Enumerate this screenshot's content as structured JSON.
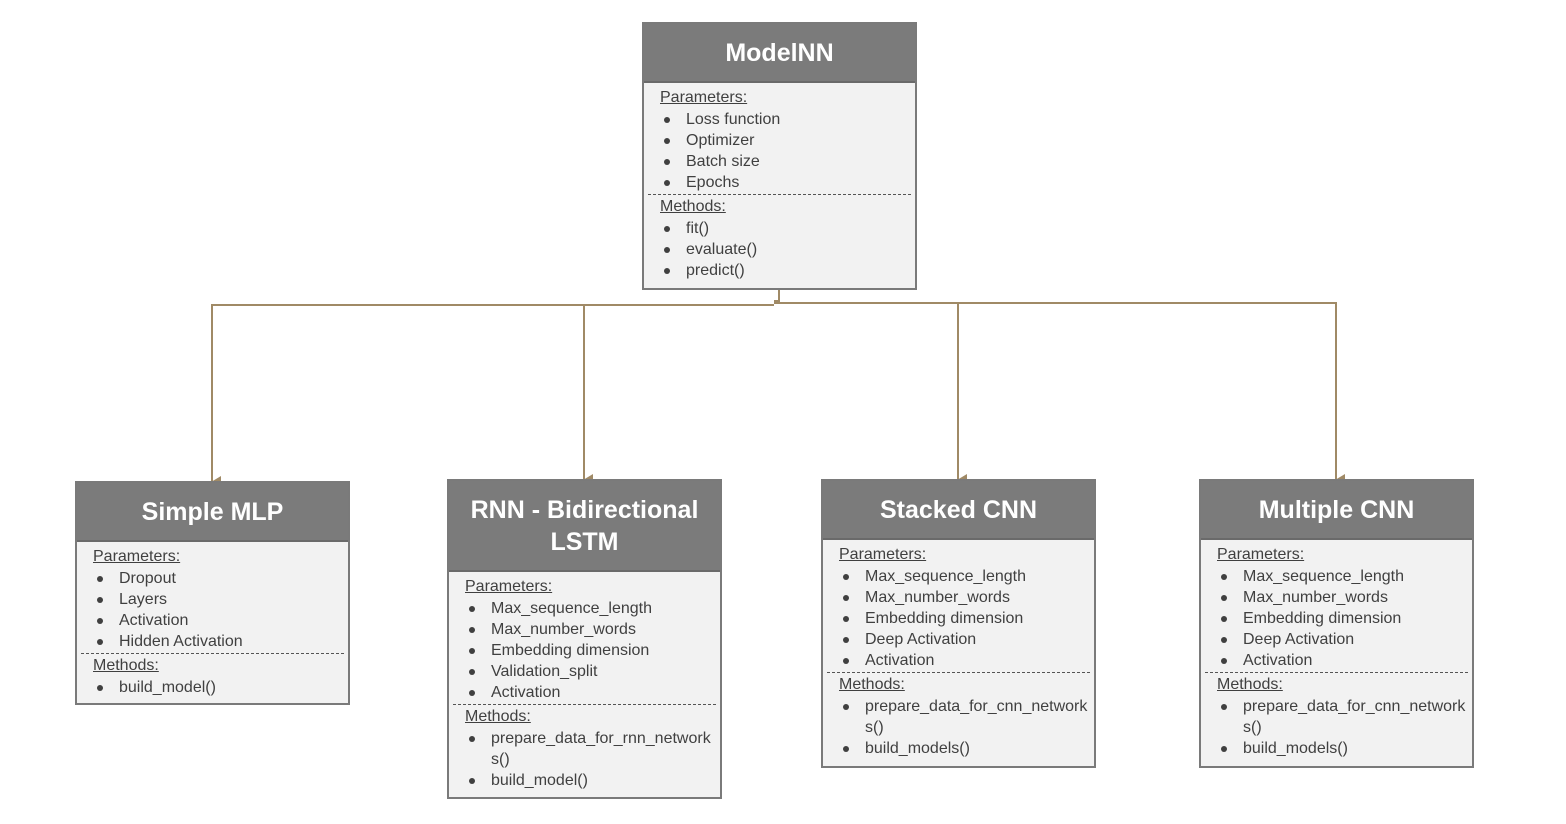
{
  "colors": {
    "header_bg": "#7b7b7b",
    "body_bg": "#f2f2f2",
    "border": "#7a7a7a",
    "connector": "#a08a66"
  },
  "base": {
    "title": "ModelNN",
    "parameters_label": "Parameters:",
    "parameters": [
      "Loss function",
      "Optimizer",
      "Batch size",
      "Epochs"
    ],
    "methods_label": "Methods:",
    "methods": [
      "fit()",
      "evaluate()",
      "predict()"
    ]
  },
  "subclasses": [
    {
      "title": "Simple MLP",
      "parameters_label": "Parameters:",
      "parameters": [
        "Dropout",
        "Layers",
        "Activation",
        "Hidden Activation"
      ],
      "methods_label": "Methods:",
      "methods": [
        "build_model()"
      ]
    },
    {
      "title": "RNN - Bidirectional LSTM",
      "parameters_label": "Parameters:",
      "parameters": [
        "Max_sequence_length",
        "Max_number_words",
        "Embedding dimension",
        "Validation_split",
        "Activation"
      ],
      "methods_label": "Methods:",
      "methods": [
        "prepare_data_for_rnn_networks()",
        "build_model()"
      ]
    },
    {
      "title": "Stacked CNN",
      "parameters_label": "Parameters:",
      "parameters": [
        "Max_sequence_length",
        "Max_number_words",
        "Embedding dimension",
        "Deep Activation",
        "Activation"
      ],
      "methods_label": "Methods:",
      "methods": [
        "prepare_data_for_cnn_networks()",
        "build_models()"
      ]
    },
    {
      "title": "Multiple CNN",
      "parameters_label": "Parameters:",
      "parameters": [
        "Max_sequence_length",
        "Max_number_words",
        "Embedding dimension",
        "Deep Activation",
        "Activation"
      ],
      "methods_label": "Methods:",
      "methods": [
        "prepare_data_for_cnn_networks()",
        "build_models()"
      ]
    }
  ]
}
